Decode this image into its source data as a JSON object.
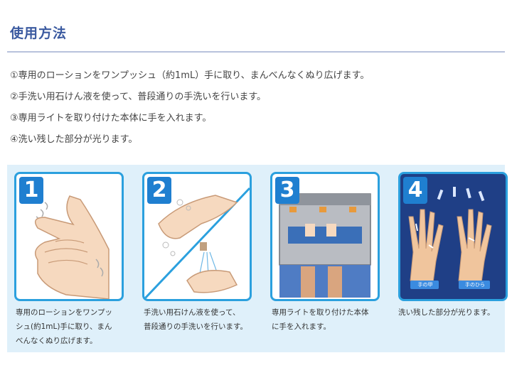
{
  "page": {
    "title": "使用方法",
    "steps": [
      "①専用のローションをワンプッシュ（約1mL）手に取り、まんべんなくぬり広げます。",
      "②手洗い用石けん液を使って、普段通りの手洗いを行います。",
      "③専用ライトを取り付けた本体に手を入れます。",
      "④洗い残した部分が光ります。"
    ]
  },
  "cards": [
    {
      "number": "1",
      "caption_lines": [
        "専用のローションをワンプッ",
        "シュ(約1mL)手に取り、まん",
        "べんなくぬり広げます。"
      ]
    },
    {
      "number": "2",
      "caption_lines": [
        "手洗い用石けん液を使って、",
        "普段通りの手洗いを行います。"
      ]
    },
    {
      "number": "3",
      "caption_lines": [
        "専用ライトを取り付けた本体",
        "に手を入れます。"
      ]
    },
    {
      "number": "4",
      "caption_lines": [
        "洗い残した部分が光ります。"
      ],
      "hand_labels": [
        "手の甲",
        "手のひら"
      ]
    }
  ],
  "colors": {
    "accent": "#2ba0de",
    "title": "#3b5aa0",
    "panel_bg": "#dff0fa",
    "dark_card": "#1f3f86"
  }
}
